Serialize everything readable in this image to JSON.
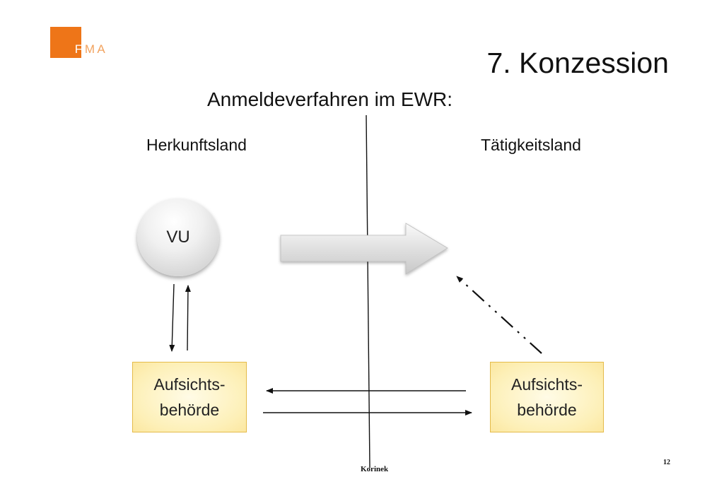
{
  "logo": {
    "letters": [
      "F",
      "M",
      "A"
    ],
    "brand_color": "#ee7518"
  },
  "slide": {
    "title": "7. Konzession",
    "subtitle": "Anmeldeverfahren im EWR:"
  },
  "columns": {
    "left_label": "Herkunftsland",
    "right_label": "Tätigkeitsland"
  },
  "nodes": {
    "vu_label": "VU",
    "authority_left": {
      "line1": "Aufsichts-",
      "line2": "behörde"
    },
    "authority_right": {
      "line1": "Aufsichts-",
      "line2": "behörde"
    }
  },
  "footer": {
    "author": "Korinek",
    "page_number": "12"
  }
}
